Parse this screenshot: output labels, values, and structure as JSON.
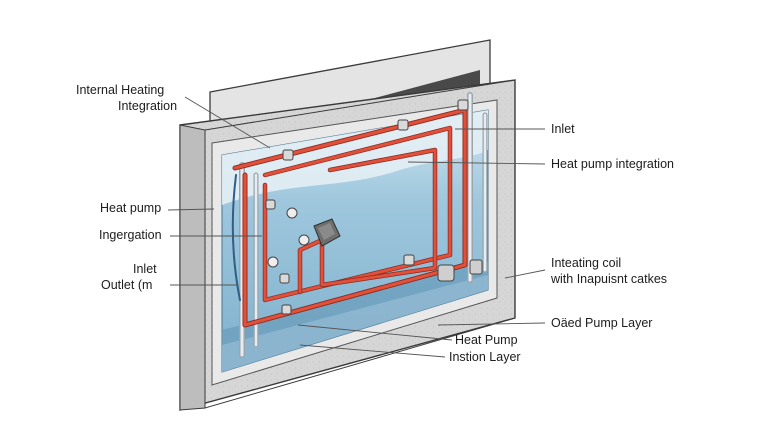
{
  "labels": {
    "internal_heating_line1": "Internal Heating",
    "internal_heating_line2": "Integration",
    "heat_pump_left": "Heat pump",
    "ingergation": "Ingergation",
    "inlet_left": "Inlet",
    "outlet_left": "Outlet (m",
    "inlet_right": "Inlet",
    "heat_pump_integration": "Heat pump integration",
    "heating_coil_line1": "Inteating coil",
    "heating_coil_line2": "with Inapuisnt catkes",
    "heat_pump_layer": "Oäed Pump Layer",
    "heat_pump_bottom": "Heat Pump",
    "insulation_layer": "Instion Layer"
  },
  "colors": {
    "frame_concrete": "#d3d3d3",
    "frame_edge": "#3b3b3b",
    "water": "#9ec7dd",
    "water_deep": "#6d9fbd",
    "pipe_hot": "#e0503a",
    "pipe_metal": "#c8c8c8",
    "leader": "#555555"
  }
}
